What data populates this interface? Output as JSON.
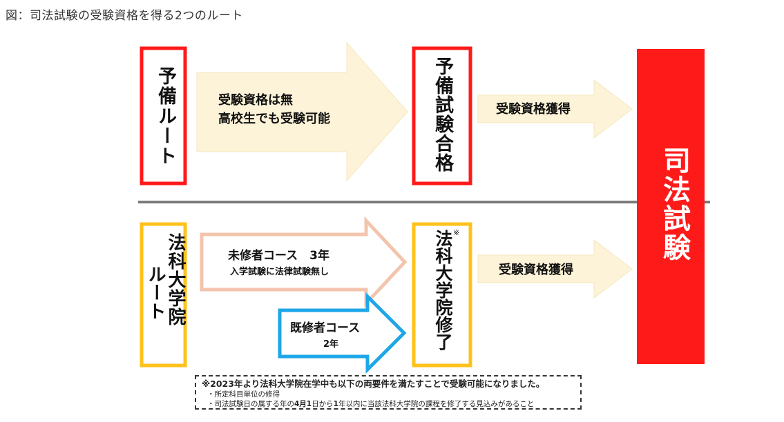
{
  "caption": "図：司法試験の受験資格を得る2つのルート",
  "colors": {
    "red": "#ff1a1a",
    "orange": "#ffc21a",
    "cream": "#fdf3d8",
    "pink_outline": "#f3c4ad",
    "blue_outline": "#1ea7e8",
    "divider": "#7b7b7b"
  },
  "yobi_route": {
    "label": "予備ルート",
    "arrow_text": [
      "受験資格は無",
      "高校生でも受験可能"
    ],
    "pass_box": "予備試験合格",
    "qualify_arrow": "受験資格獲得"
  },
  "law_school_route": {
    "label": "法科大学院ルート",
    "label_col1": "法科大学院",
    "label_col2": "ルート",
    "mishu_course": {
      "title": "未修者コース　3年",
      "sub": "入学試験に法律試験無し"
    },
    "kishu_course": {
      "title": "既修者コース",
      "sub": "2年"
    },
    "graduate_box": "法科大学院修了",
    "graduate_mark": "※",
    "qualify_arrow": "受験資格獲得"
  },
  "exam_box": "司法試験",
  "note": {
    "line1": "※2023年より法科大学院在学中も以下の両要件を満たすことで受験可能になりました。",
    "line2": "・所定科目単位の修得",
    "line3_parts": [
      "・司法試験日の属する年の",
      "4月1",
      "日から",
      "1",
      "年以内に当該法科大学院の課程を修了する見込みがあること"
    ]
  }
}
